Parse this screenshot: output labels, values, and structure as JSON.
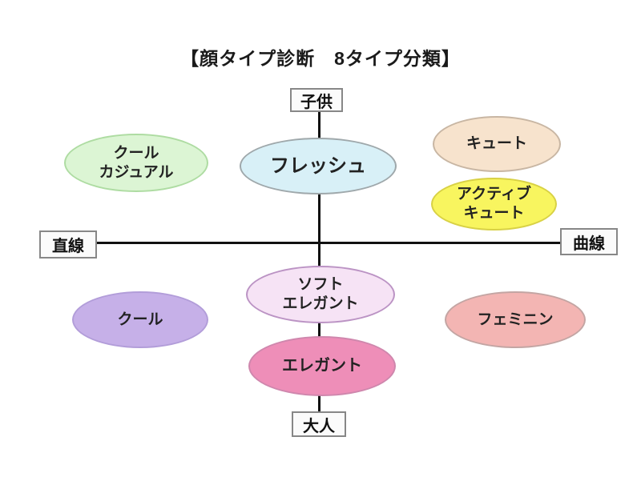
{
  "title": "【顔タイプ診断　8タイプ分類】",
  "axes": {
    "top_label": "子供",
    "bottom_label": "大人",
    "left_label": "直線",
    "right_label": "曲線"
  },
  "nodes": {
    "cool_casual": {
      "label": "クール\nカジュアル",
      "fill": "#dcf5d4",
      "border": "#aedca2"
    },
    "fresh": {
      "label": "フレッシュ",
      "fill": "#d8f0f7",
      "border": "#9fa8ab"
    },
    "cute": {
      "label": "キュート",
      "fill": "#f7e3cd",
      "border": "#c8b6a3"
    },
    "active_cute": {
      "label": "アクティブ\nキュート",
      "fill": "#f8f55f",
      "border": "#d8d145"
    },
    "cool": {
      "label": "クール",
      "fill": "#c6b0e8",
      "border": "#b29dd9"
    },
    "soft_elegant": {
      "label": "ソフト\nエレガント",
      "fill": "#f6e3f5",
      "border": "#bb93c4"
    },
    "elegant": {
      "label": "エレガント",
      "fill": "#ee8eb8",
      "border": "#cf87ad"
    },
    "feminine": {
      "label": "フェミニン",
      "fill": "#f3b5b3",
      "border": "#c3a5a3"
    }
  }
}
